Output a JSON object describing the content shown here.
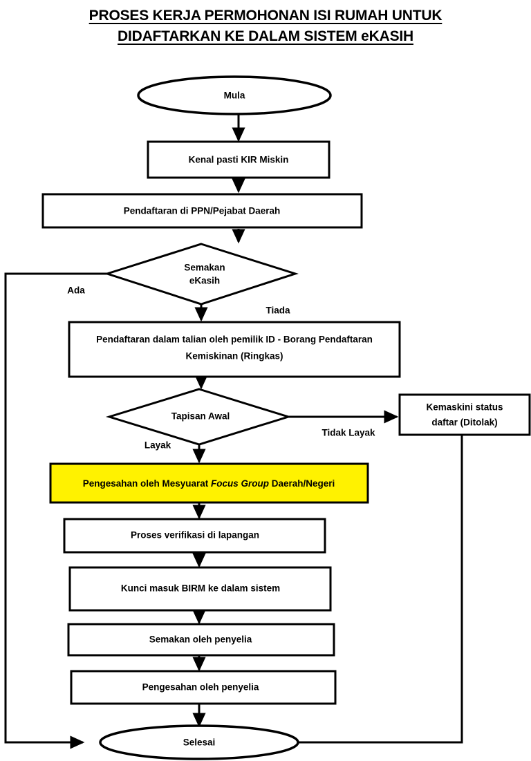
{
  "title": {
    "line1": "PROSES KERJA PERMOHONAN ISI RUMAH UNTUK",
    "line2": "DIDAFTARKAN KE DALAM SISTEM eKASIH"
  },
  "colors": {
    "highlight": "#FFF200",
    "stroke": "#000000",
    "background": "#FFFFFF"
  },
  "nodes": {
    "start": {
      "label": "Mula",
      "shape": "ellipse"
    },
    "identify": {
      "label": "Kenal pasti KIR Miskin",
      "shape": "process"
    },
    "register_office": {
      "label": "Pendaftaran di PPN/Pejabat Daerah",
      "shape": "process"
    },
    "check_ekasih": {
      "label_line1": "Semakan",
      "label_line2": "eKasih",
      "shape": "decision"
    },
    "online_registration": {
      "label_line1": "Pendaftaran dalam talian oleh pemilik ID - Borang Pendaftaran",
      "label_line2": "Kemiskinan (Ringkas)",
      "shape": "process"
    },
    "initial_screening": {
      "label": "Tapisan Awal",
      "shape": "decision"
    },
    "update_rejected": {
      "label_line1": "Kemaskini status",
      "label_line2": "daftar (Ditolak)",
      "shape": "process"
    },
    "focus_group": {
      "label_prefix": "Pengesahan oleh Mesyuarat ",
      "label_italic": "Focus Group",
      "label_suffix": " Daerah/Negeri",
      "shape": "process",
      "highlighted": true
    },
    "field_verification": {
      "label": "Proses verifikasi di lapangan",
      "shape": "process"
    },
    "key_in_birm": {
      "label": "Kunci masuk BIRM ke dalam sistem",
      "shape": "process"
    },
    "supervisor_review": {
      "label": "Semakan oleh penyelia",
      "shape": "process"
    },
    "supervisor_approval": {
      "label": "Pengesahan oleh penyelia",
      "shape": "process"
    },
    "end": {
      "label": "Selesai",
      "shape": "ellipse"
    }
  },
  "edge_labels": {
    "ada": "Ada",
    "tiada": "Tiada",
    "layak": "Layak",
    "tidak_layak": "Tidak Layak"
  }
}
